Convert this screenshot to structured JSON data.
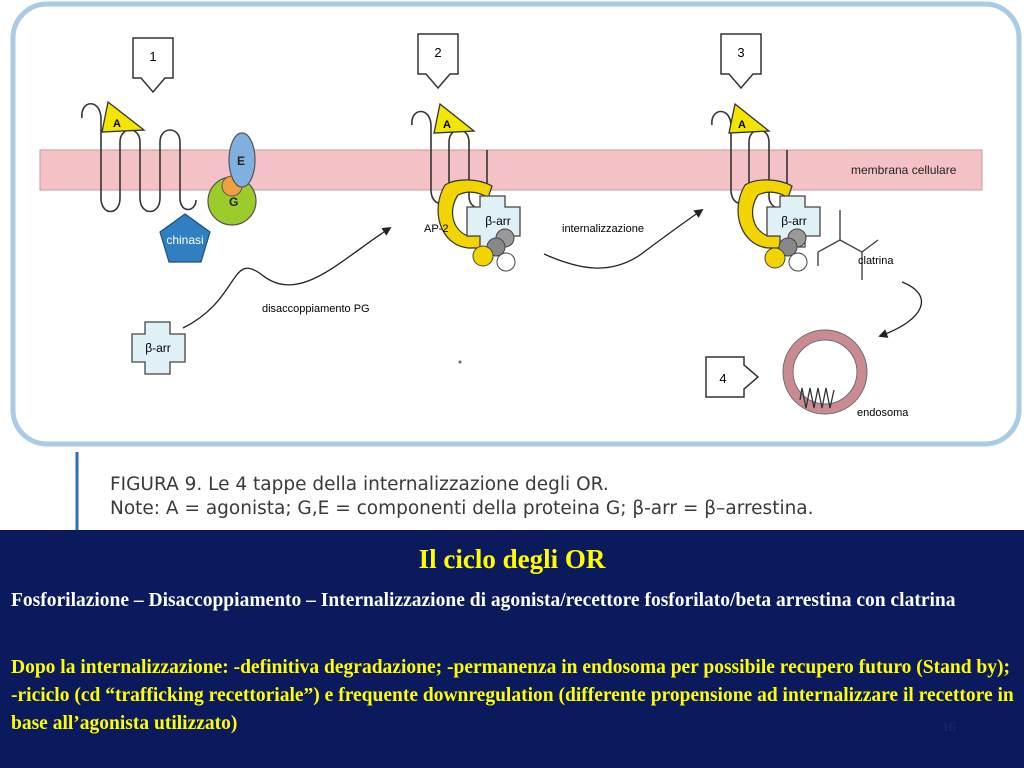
{
  "figure": {
    "steps": [
      "1",
      "2",
      "3",
      "4"
    ],
    "labels": {
      "agonist": "A",
      "e_subunit": "E",
      "g_subunit": "G",
      "kinase": "chinasi",
      "ap2": "AP-2",
      "beta_arr": "β-arr",
      "internalization": "internalizzazione",
      "uncoupling": "disaccoppiamento PG",
      "membrane": "membrana cellulare",
      "clathrin": "clatrina",
      "endosome": "endosoma"
    },
    "caption_line1": "FIGURA 9. Le 4 tappe della internalizzazione degli OR.",
    "caption_line2": "Note: A = agonista; G,E = componenti della proteina G; β-arr = β–arrestina."
  },
  "slide": {
    "title": "Il ciclo degli OR",
    "paragraph1": "Fosforilazione – Disaccoppiamento – Internalizzazione di agonista/recettore fosforilato/beta arrestina con clatrina",
    "paragraph2": "Dopo la internalizzazione: -definitiva degradazione; -permanenza in endosoma per possibile recupero futuro (Stand by); -riciclo  (cd “trafficking recettoriale”) e  frequente downregulation (differente propensione ad internalizzare il recettore in base all’agonista utilizzato)",
    "page_number": "16"
  },
  "colors": {
    "membrane": "#f4c2c6",
    "frame": "#a9cbe6",
    "agonist": "#f2e600",
    "kinase": "#2f7fc1",
    "g_protein": "#9ccc2c",
    "e_protein": "#7fb0e0",
    "arrestin": "#dff0f6",
    "background_panel": "#0a1a5c",
    "title_text": "#ffff00"
  }
}
